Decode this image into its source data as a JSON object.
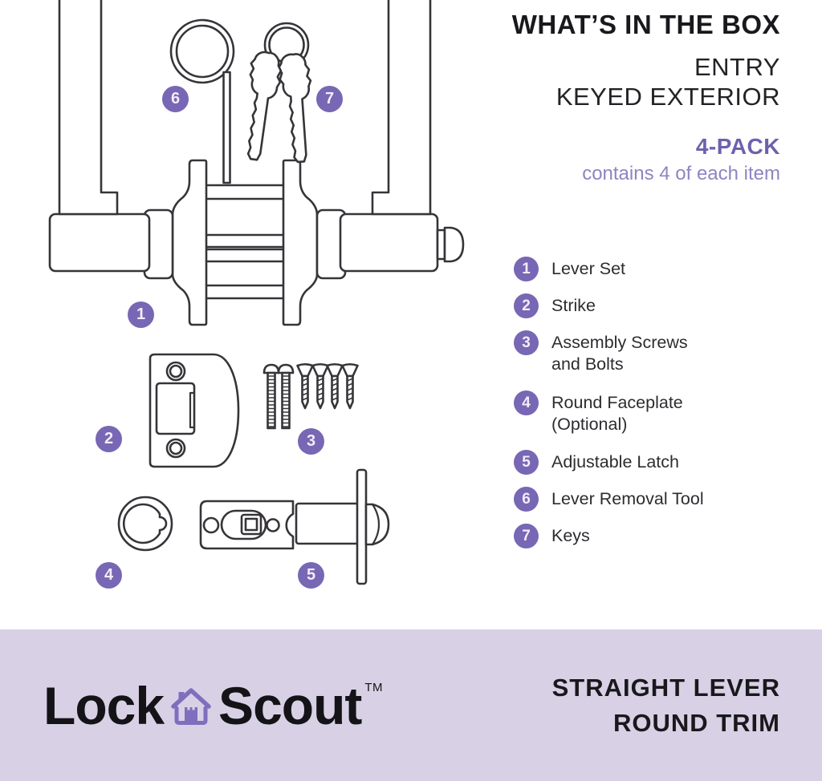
{
  "header": {
    "title": "WHAT’S IN THE BOX",
    "subtitle_line1": "ENTRY",
    "subtitle_line2": "KEYED EXTERIOR",
    "pack_label": "4-PACK",
    "pack_note": "contains 4 of each item"
  },
  "items": [
    {
      "number": "1",
      "lines": [
        "Lever Set"
      ]
    },
    {
      "number": "2",
      "lines": [
        "Strike"
      ]
    },
    {
      "number": "3",
      "lines": [
        "Assembly Screws",
        "and Bolts"
      ]
    },
    {
      "number": "4",
      "lines": [
        "Round Faceplate",
        "(Optional)"
      ]
    },
    {
      "number": "5",
      "lines": [
        "Adjustable Latch"
      ]
    },
    {
      "number": "6",
      "lines": [
        "Lever Removal Tool"
      ]
    },
    {
      "number": "7",
      "lines": [
        "Keys"
      ]
    }
  ],
  "footer": {
    "brand_part1": "Lock",
    "brand_part2": "Scout",
    "trademark": "TM",
    "product_line1": "STRAIGHT LEVER",
    "product_line2": "ROUND TRIM"
  },
  "colors": {
    "accent": "#7767b4",
    "accent_dark": "#6f60ae",
    "accent_light": "#8f84c2",
    "footer_bg": "#d8d1e5",
    "line_art": "#363438",
    "text": "#19181c"
  }
}
